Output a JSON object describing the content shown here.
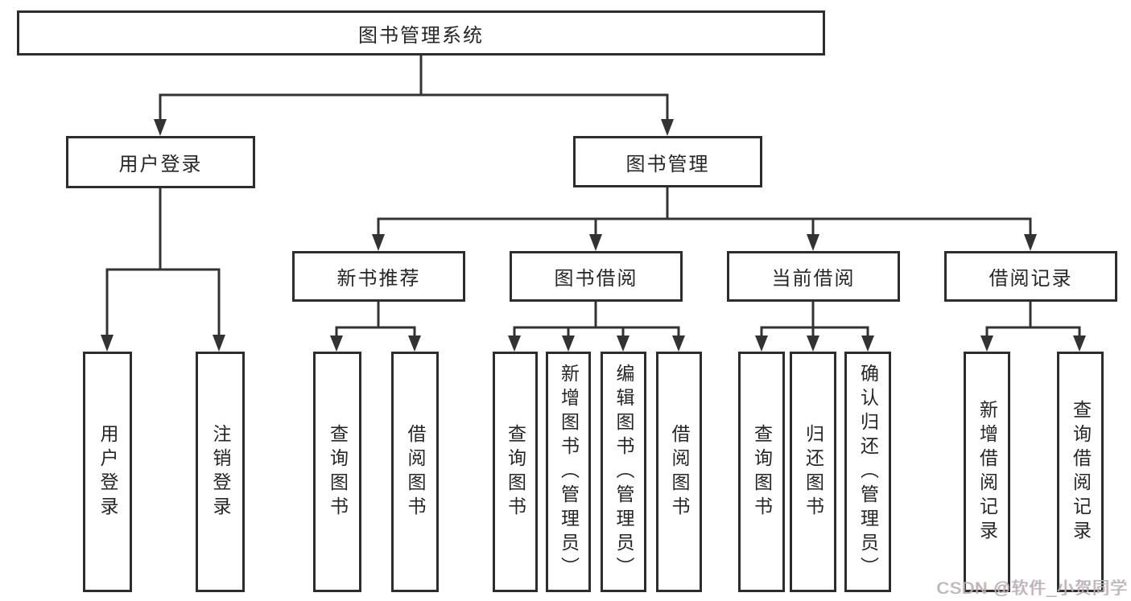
{
  "diagram": {
    "root": {
      "label": "图书管理系统"
    },
    "level2": [
      {
        "label": "用户登录",
        "children": [
          {
            "label": "用户登录"
          },
          {
            "label": "注销登录"
          }
        ]
      },
      {
        "label": "图书管理",
        "children": [
          {
            "label": "新书推荐",
            "children": [
              {
                "label": "查询图书"
              },
              {
                "label": "借阅图书"
              }
            ]
          },
          {
            "label": "图书借阅",
            "children": [
              {
                "label": "查询图书"
              },
              {
                "label": "新增图书（管理员）"
              },
              {
                "label": "编辑图书（管理员）"
              },
              {
                "label": "借阅图书"
              }
            ]
          },
          {
            "label": "当前借阅",
            "children": [
              {
                "label": "查询图书"
              },
              {
                "label": "归还图书"
              },
              {
                "label": "确认归还（管理员）"
              }
            ]
          },
          {
            "label": "借阅记录",
            "children": [
              {
                "label": "新增借阅记录"
              },
              {
                "label": "查询借阅记录"
              }
            ]
          }
        ]
      }
    ]
  },
  "watermark": {
    "text": "CSDN @软件_小贺同学"
  },
  "colors": {
    "border": "#2d2d2d",
    "line": "#333333",
    "text": "#262626",
    "watermark": "#b5b5b5",
    "background": "#ffffff"
  }
}
